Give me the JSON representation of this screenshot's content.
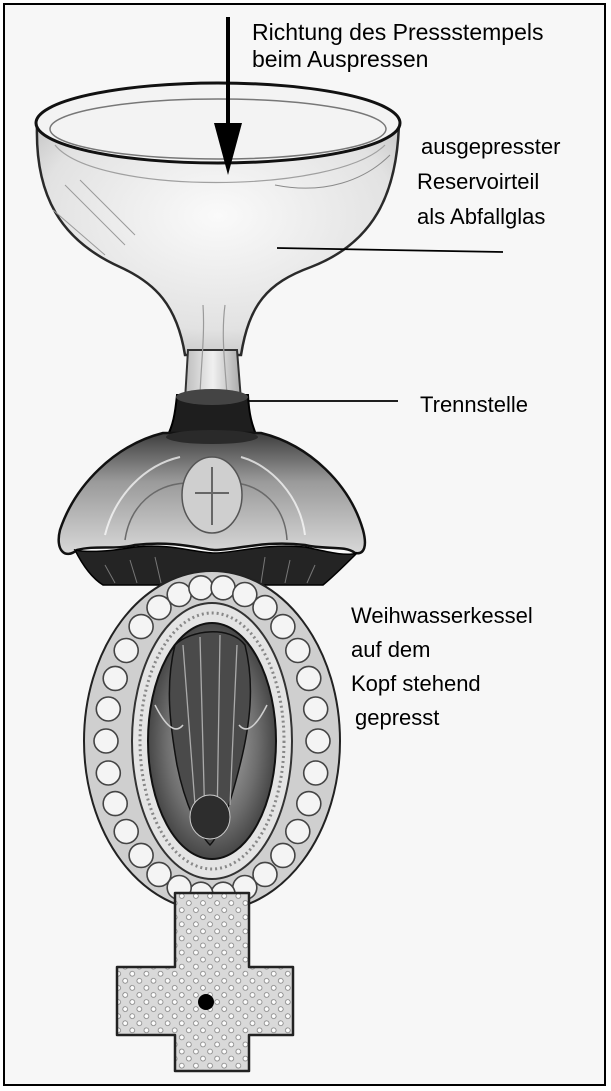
{
  "labels": {
    "press_direction": [
      "Richtung des Pressstempels",
      "beim Auspressen"
    ],
    "reservoir": [
      "ausgepresster",
      "Reservoirteil",
      "als Abfallglas"
    ],
    "separation": "Trennstelle",
    "font_vessel": [
      "Weihwasserkessel",
      "auf dem",
      "Kopf stehend",
      "gepresst"
    ]
  },
  "colors": {
    "ink": "#000000",
    "paper": "#f7f7f7",
    "glass_light": "#e4e4e4",
    "glass_mid": "#b8b8b8",
    "glass_dark": "#3a3a3a"
  }
}
